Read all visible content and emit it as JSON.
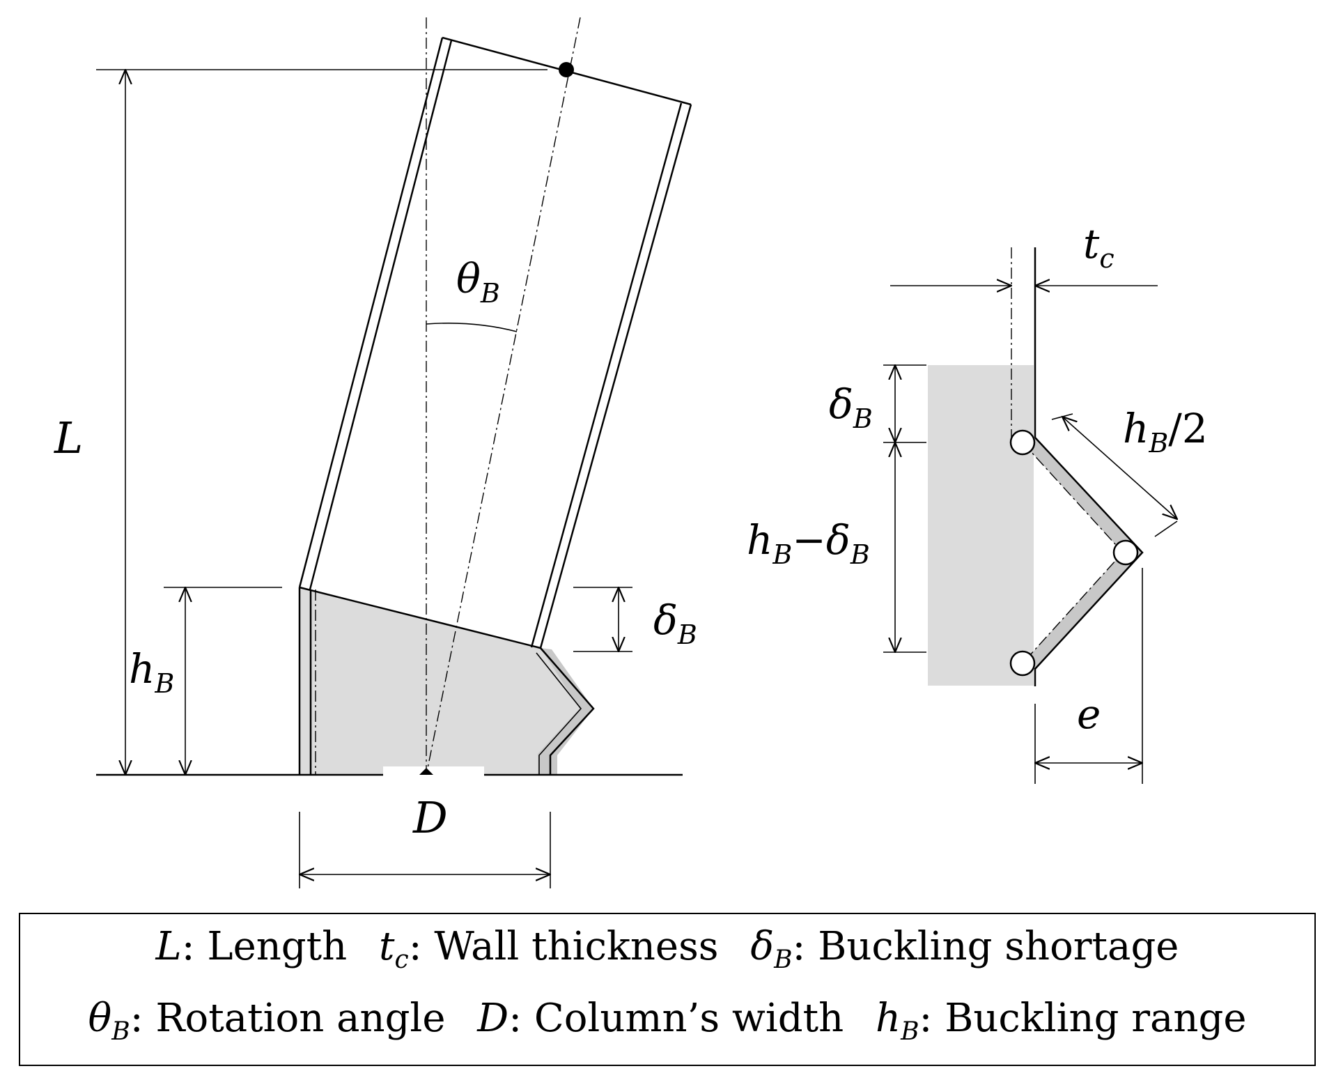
{
  "labels": {
    "L": "L",
    "theta": "θ",
    "theta_sub": "B",
    "hB": "h",
    "hB_sub": "B",
    "deltaB_left": "δ",
    "deltaB_left_sub": "B",
    "D": "D",
    "tc": "t",
    "tc_sub": "c",
    "deltaB_right": "δ",
    "deltaB_right_sub": "B",
    "hB_half": "h",
    "hB_half_sub": "B",
    "hB_half_suffix": "/2",
    "hB_minus_delta_h": "h",
    "hB_minus_delta_h_sub": "B",
    "hB_minus_delta_op": "−δ",
    "hB_minus_delta_d_sub": "B",
    "e": "e"
  },
  "legend": {
    "row1": [
      {
        "sym": "L",
        "sub": "",
        "text": ": Length"
      },
      {
        "sym": "t",
        "sub": "c",
        "text": ": Wall thickness"
      },
      {
        "sym": "δ",
        "sub": "B",
        "text": ": Buckling shortage"
      }
    ],
    "row2": [
      {
        "sym": "θ",
        "sub": "B",
        "text": ": Rotation angle"
      },
      {
        "sym": "D",
        "sub": "",
        "text": ": Column’s width"
      },
      {
        "sym": "h",
        "sub": "B",
        "text": ": Buckling range"
      }
    ]
  },
  "colors": {
    "fill": "#dcdcdc",
    "line": "#000000"
  }
}
